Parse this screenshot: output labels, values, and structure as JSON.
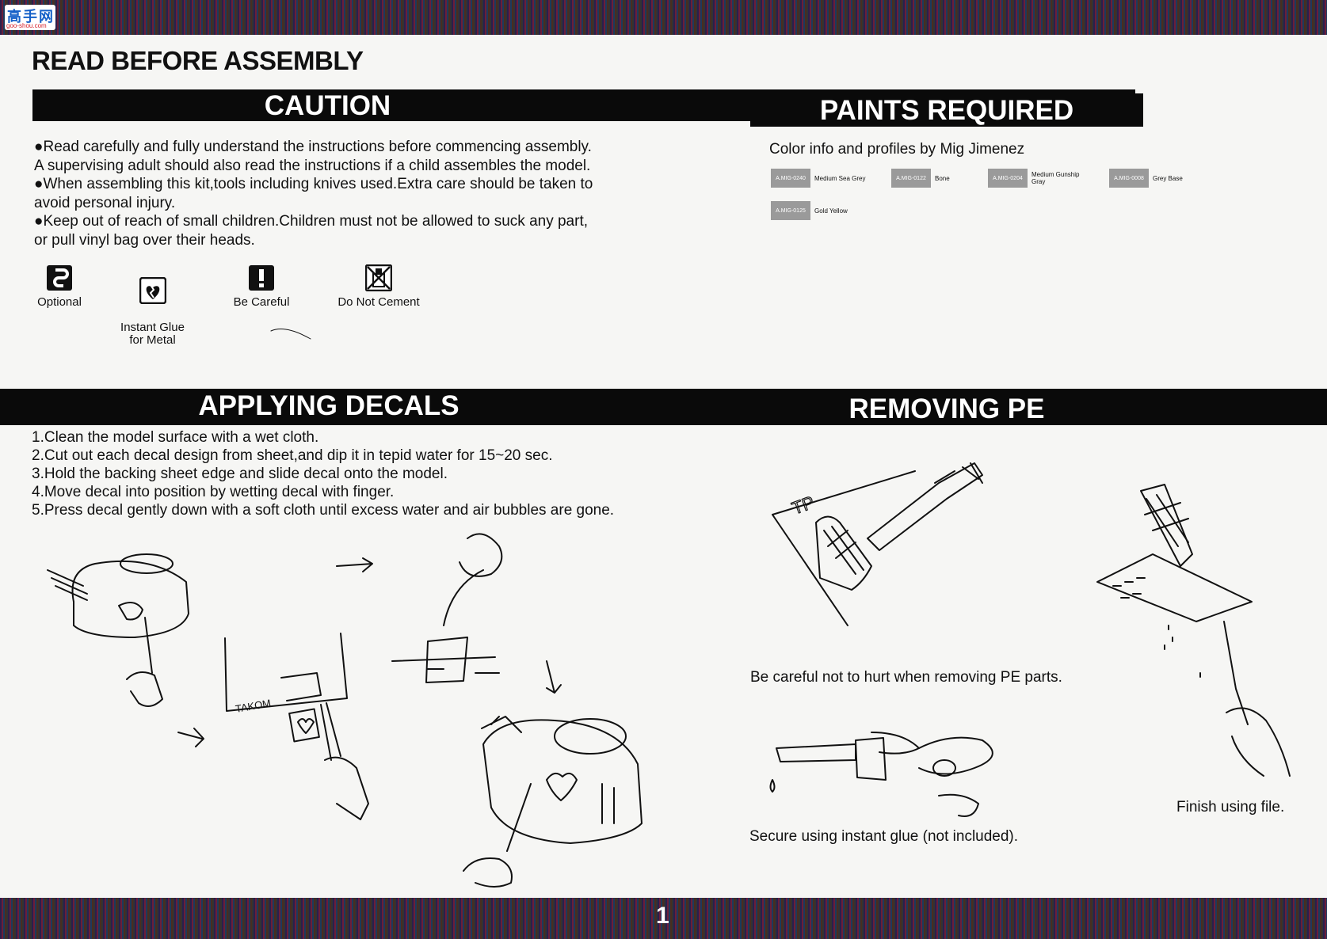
{
  "site_logo": {
    "brand": "高手网",
    "url": "goo-shou.com"
  },
  "header": {
    "title": "READ BEFORE ASSEMBLY"
  },
  "caution": {
    "heading": "CAUTION",
    "lines": [
      "●Read carefully and fully understand the instructions before commencing assembly.",
      "A supervising adult should also read the instructions if a child assembles the model.",
      "●When assembling this kit,tools including knives used.Extra care should be taken to",
      "avoid personal injury.",
      "●Keep out of reach of small children.Children must not be allowed to suck any part,",
      "or pull vinyl bag over their heads."
    ],
    "symbols": [
      {
        "icon": "optional-icon",
        "label": "Optional"
      },
      {
        "icon": "instant-glue-icon",
        "label": "Instant Glue\nfor Metal"
      },
      {
        "icon": "be-careful-icon",
        "label": "Be Careful"
      },
      {
        "icon": "do-not-cement-icon",
        "label": "Do Not Cement"
      }
    ]
  },
  "paints": {
    "heading": "PAINTS REQUIRED",
    "intro": "Color info and profiles by Mig Jimenez",
    "colors": [
      {
        "code": "A.MIG-0240",
        "name": "Medium Sea Grey"
      },
      {
        "code": "A.MIG-0122",
        "name": "Bone"
      },
      {
        "code": "A.MIG-0204",
        "name": "Medium Gunship Gray"
      },
      {
        "code": "A.MIG-0008",
        "name": "Grey Base"
      },
      {
        "code": "A.MIG-0125",
        "name": "Gold Yellow"
      }
    ]
  },
  "decals": {
    "heading": "APPLYING DECALS",
    "steps": [
      "1.Clean the model surface with a wet cloth.",
      "2.Cut out each decal design from sheet,and dip it in tepid water for 15~20 sec.",
      "3.Hold the backing sheet edge and slide decal onto the model.",
      "4.Move decal into position by wetting decal with finger.",
      "5.Press decal gently down with a soft cloth until excess water and air bubbles are gone."
    ],
    "sheet_label": "TAKOM"
  },
  "pe": {
    "heading": "REMOVING PE",
    "fret_label": "TP",
    "caption_careful": "Be careful not to hurt when removing PE parts.",
    "caption_glue": "Secure using instant glue (not included).",
    "caption_file": "Finish using file."
  },
  "footer": {
    "page_number": "1"
  }
}
